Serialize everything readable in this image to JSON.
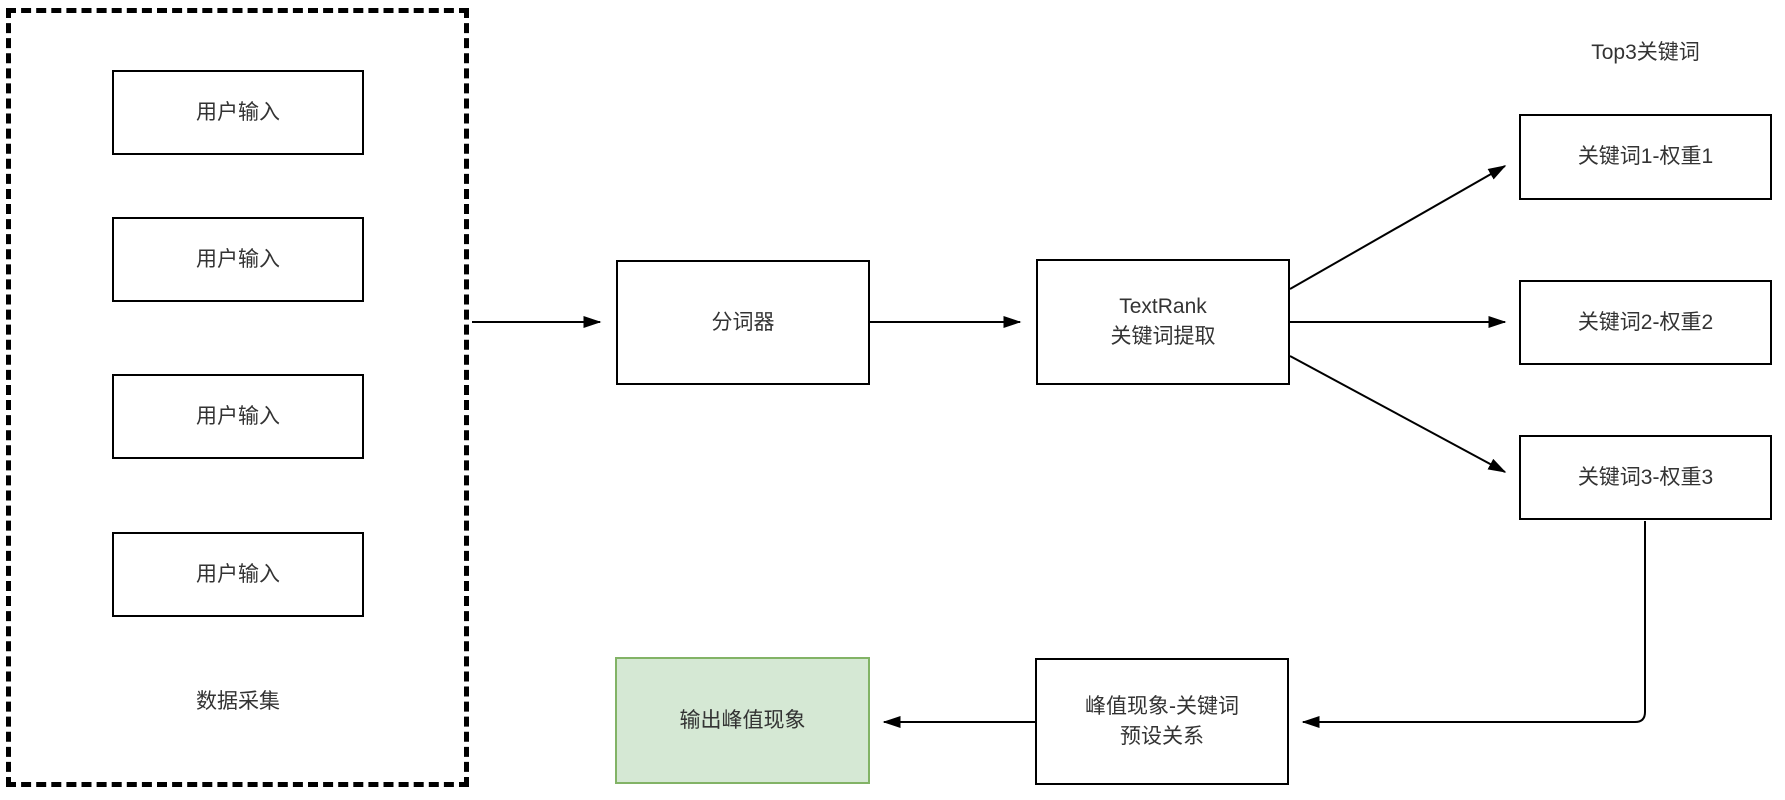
{
  "diagram": {
    "data_collection": {
      "label": "数据采集",
      "inputs": [
        "用户输入",
        "用户输入",
        "用户输入",
        "用户输入"
      ]
    },
    "tokenizer_label": "分词器",
    "textrank": {
      "title": "TextRank",
      "subtitle": "关键词提取"
    },
    "top3_label": "Top3关键词",
    "keywords": [
      "关键词1-权重1",
      "关键词2-权重2",
      "关键词3-权重3"
    ],
    "relation": {
      "line1": "峰值现象-关键词",
      "line2": "预设关系"
    },
    "output_label": "输出峰值现象",
    "colors": {
      "output_fill": "#d5e8d4",
      "output_border": "#82b366",
      "line": "#000000",
      "text": "#333333"
    }
  }
}
